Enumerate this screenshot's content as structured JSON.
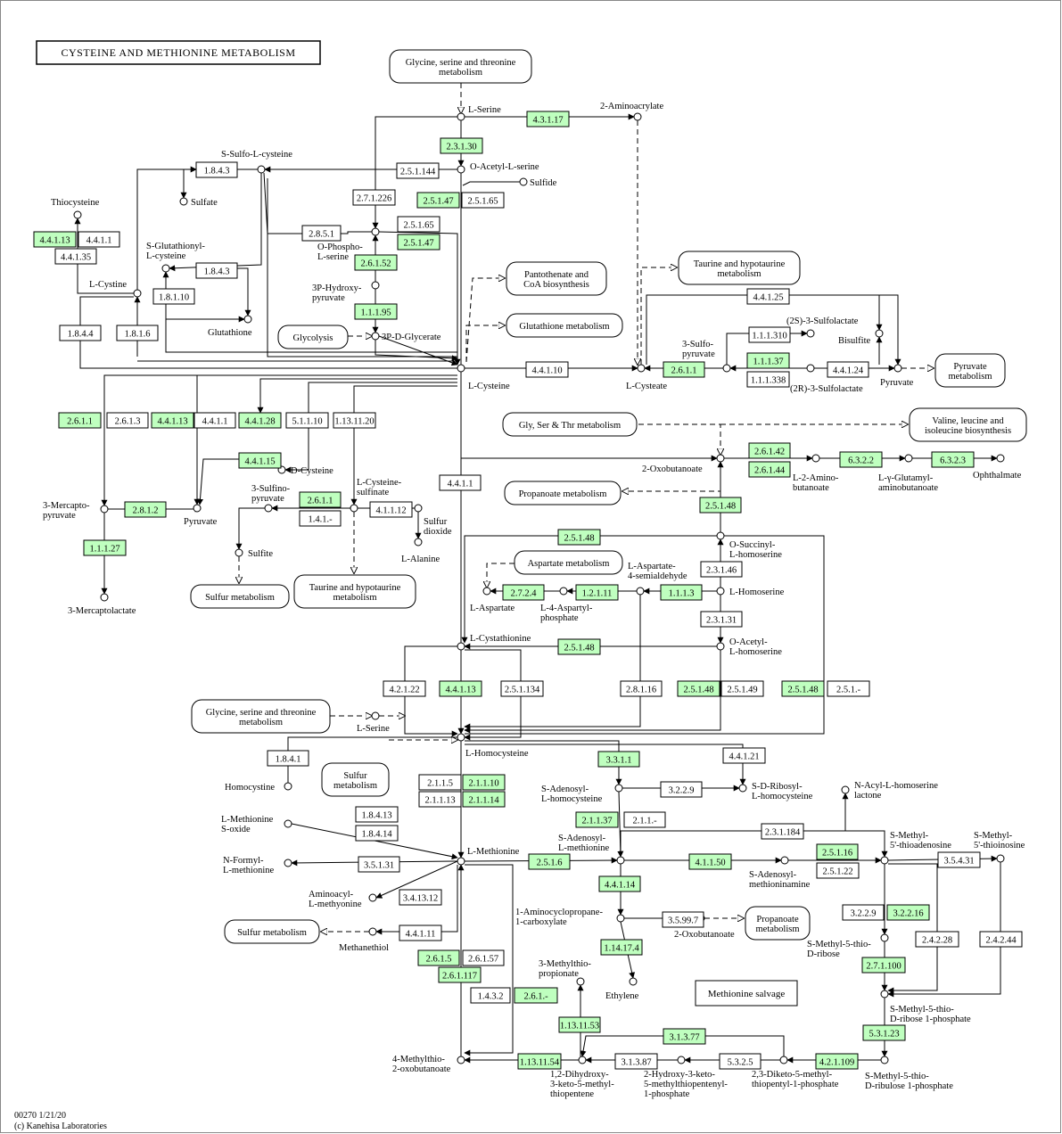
{
  "title": "CYSTEINE AND METHIONINE METABOLISM",
  "footer": {
    "line1": "00270 1/21/20",
    "line2": "(c) Kanehisa Laboratories"
  },
  "colors": {
    "enzyme_present": "#bfffbf",
    "enzyme_absent": "#ffffff",
    "line": "#000000"
  },
  "compounds": [
    {
      "id": "lserine",
      "label": "L-Serine"
    },
    {
      "id": "aminoacrylate",
      "label": "2-Aminoacrylate"
    },
    {
      "id": "oacetylserine",
      "label": "O-Acetyl-L-serine"
    },
    {
      "id": "sulfide",
      "label": "Sulfide"
    },
    {
      "id": "ssulfocys",
      "label": "S-Sulfo-L-cysteine"
    },
    {
      "id": "sulfate",
      "label": "Sulfate"
    },
    {
      "id": "thiocysteine",
      "label": "Thiocysteine"
    },
    {
      "id": "sglutcys",
      "label": "S-Glutathionyl-\nL-cysteine"
    },
    {
      "id": "lcystine",
      "label": "L-Cystine"
    },
    {
      "id": "glutathione",
      "label": "Glutathione"
    },
    {
      "id": "ophosphoser",
      "label": "O-Phospho-\nL-serine"
    },
    {
      "id": "hydroxypyr",
      "label": "3P-Hydroxy-\npyruvate"
    },
    {
      "id": "pdglycerate",
      "label": "3P-D-Glycerate"
    },
    {
      "id": "lcysteine",
      "label": "L-Cysteine"
    },
    {
      "id": "lcysteate",
      "label": "L-Cysteate"
    },
    {
      "id": "sulfopyr",
      "label": "3-Sulfo-\npyruvate"
    },
    {
      "id": "ssulfolact",
      "label": "(2S)-3-Sulfolactate"
    },
    {
      "id": "bisulfite",
      "label": "Bisulfite"
    },
    {
      "id": "rsulfolact",
      "label": "(2R)-3-Sulfolactate"
    },
    {
      "id": "pyruvate1",
      "label": "Pyruvate"
    },
    {
      "id": "oxobut",
      "label": "2-Oxobutanoate"
    },
    {
      "id": "aminobut",
      "label": "L-2-Amino-\nbutanoate"
    },
    {
      "id": "gglutamyl",
      "label": "L-γ-Glutamyl-\naminobutanoate"
    },
    {
      "id": "ophthalmate",
      "label": "Ophthalmate"
    },
    {
      "id": "mercaptopyr",
      "label": "3-Mercapto-\npyruvate"
    },
    {
      "id": "pyruvate2",
      "label": "Pyruvate"
    },
    {
      "id": "dcysteine",
      "label": "D-Cysteine"
    },
    {
      "id": "sulfinopyr",
      "label": "3-Sulfino-\npyruvate"
    },
    {
      "id": "cysulfinate",
      "label": "L-Cysteine-\nsulfinate"
    },
    {
      "id": "sulfurdiox",
      "label": "Sulfur\ndioxide"
    },
    {
      "id": "lalanine",
      "label": "L-Alanine"
    },
    {
      "id": "sulfite",
      "label": "Sulfite"
    },
    {
      "id": "mercaptolact",
      "label": "3-Mercaptolactate"
    },
    {
      "id": "osuccinyl",
      "label": "O-Succinyl-\nL-homoserine"
    },
    {
      "id": "laspartate",
      "label": "L-Aspartate"
    },
    {
      "id": "aspphos",
      "label": "L-4-Aspartyl-\nphosphate"
    },
    {
      "id": "aspsemi",
      "label": "L-Aspartate-\n4-semialdehyde"
    },
    {
      "id": "lhomoserine",
      "label": "L-Homoserine"
    },
    {
      "id": "oacetylhom",
      "label": "O-Acetyl-\nL-homoserine"
    },
    {
      "id": "lcystathionine",
      "label": "L-Cystathionine"
    },
    {
      "id": "lserine2",
      "label": "L-Serine"
    },
    {
      "id": "lhomocysteine",
      "label": "L-Homocysteine"
    },
    {
      "id": "homocystine",
      "label": "Homocystine"
    },
    {
      "id": "sadohcy",
      "label": "S-Adenosyl-\nL-homocysteine"
    },
    {
      "id": "sdribosyl",
      "label": "S-D-Ribosyl-\nL-homocysteine"
    },
    {
      "id": "nacyl",
      "label": "N-Acyl-L-homoserine\nlactone"
    },
    {
      "id": "lmetsox",
      "label": "L-Methionine\nS-oxide"
    },
    {
      "id": "nformyl",
      "label": "N-Formyl-\nL-methionine"
    },
    {
      "id": "lmethionine",
      "label": "L-Methionine"
    },
    {
      "id": "sam",
      "label": "S-Adenosyl-\nL-methionine"
    },
    {
      "id": "samine",
      "label": "S-Adenosyl-\nmethioninamine"
    },
    {
      "id": "mta",
      "label": "S-Methyl-\n5'-thioadenosine"
    },
    {
      "id": "mti",
      "label": "S-Methyl-\n5'-thioinosine"
    },
    {
      "id": "aminoacyl",
      "label": "Aminoacyl-\nL-methyonine"
    },
    {
      "id": "methanethiol",
      "label": "Methanethiol"
    },
    {
      "id": "acc",
      "label": "1-Aminocyclopropane-\n1-carboxylate"
    },
    {
      "id": "oxobut2",
      "label": "2-Oxobutanoate"
    },
    {
      "id": "ethylene",
      "label": "Ethylene"
    },
    {
      "id": "mtribose",
      "label": "S-Methyl-5-thio-\nD-ribose"
    },
    {
      "id": "mtrp",
      "label": "S-Methyl-5-thio-\nD-ribose 1-phosphate"
    },
    {
      "id": "mtrup",
      "label": "S-Methyl-5-thio-\nD-ribulose 1-phosphate"
    },
    {
      "id": "mtprop",
      "label": "3-Methylthio-\npropionate"
    },
    {
      "id": "kmtb",
      "label": "4-Methylthio-\n2-oxobutanoate"
    },
    {
      "id": "dhk",
      "label": "1,2-Dihydroxy-\n3-keto-5-methyl-\nthiopentene"
    },
    {
      "id": "hkmp",
      "label": "2-Hydroxy-3-keto-\n5-methylthiopentenyl-\n1-phosphate"
    },
    {
      "id": "dkmp",
      "label": "2,3-Diketo-5-methyl-\nthiopentyl-1-phosphate"
    }
  ],
  "enzymes": [
    {
      "id": "e1",
      "label": "4.3.1.17",
      "present": true
    },
    {
      "id": "e2",
      "label": "2.3.1.30",
      "present": true
    },
    {
      "id": "e3",
      "label": "1.8.4.3",
      "present": false
    },
    {
      "id": "e4",
      "label": "2.5.1.144",
      "present": false
    },
    {
      "id": "e5",
      "label": "2.7.1.226",
      "present": false
    },
    {
      "id": "e6",
      "label": "2.5.1.47",
      "present": true
    },
    {
      "id": "e7",
      "label": "2.5.1.65",
      "present": false
    },
    {
      "id": "e8",
      "label": "2.5.1.65",
      "present": false
    },
    {
      "id": "e9",
      "label": "2.5.1.47",
      "present": true
    },
    {
      "id": "e10",
      "label": "2.8.5.1",
      "present": false
    },
    {
      "id": "e11",
      "label": "4.4.1.13",
      "present": true
    },
    {
      "id": "e12",
      "label": "4.4.1.1",
      "present": false
    },
    {
      "id": "e13",
      "label": "4.4.1.35",
      "present": false
    },
    {
      "id": "e14",
      "label": "1.8.4.3",
      "present": false
    },
    {
      "id": "e15",
      "label": "2.6.1.52",
      "present": true
    },
    {
      "id": "e16",
      "label": "1.8.1.10",
      "present": false
    },
    {
      "id": "e17",
      "label": "1.1.1.95",
      "present": true
    },
    {
      "id": "e18",
      "label": "1.8.4.4",
      "present": false
    },
    {
      "id": "e19",
      "label": "1.8.1.6",
      "present": false
    },
    {
      "id": "e20",
      "label": "4.4.1.10",
      "present": false
    },
    {
      "id": "e21",
      "label": "2.6.1.1",
      "present": true
    },
    {
      "id": "e22",
      "label": "4.4.1.25",
      "present": false
    },
    {
      "id": "e23",
      "label": "1.1.1.310",
      "present": false
    },
    {
      "id": "e24",
      "label": "1.1.1.37",
      "present": true
    },
    {
      "id": "e25",
      "label": "1.1.1.338",
      "present": false
    },
    {
      "id": "e26",
      "label": "4.4.1.24",
      "present": false
    },
    {
      "id": "e27",
      "label": "2.6.1.1",
      "present": true
    },
    {
      "id": "e28",
      "label": "2.6.1.3",
      "present": false
    },
    {
      "id": "e29",
      "label": "4.4.1.13",
      "present": true
    },
    {
      "id": "e30",
      "label": "4.4.1.1",
      "present": false
    },
    {
      "id": "e31",
      "label": "4.4.1.28",
      "present": true
    },
    {
      "id": "e32",
      "label": "5.1.1.10",
      "present": false
    },
    {
      "id": "e33",
      "label": "1.13.11.20",
      "present": false
    },
    {
      "id": "e34",
      "label": "4.4.1.15",
      "present": true
    },
    {
      "id": "e35",
      "label": "2.8.1.2",
      "present": true
    },
    {
      "id": "e36",
      "label": "2.6.1.1",
      "present": true
    },
    {
      "id": "e37",
      "label": "1.4.1.-",
      "present": false
    },
    {
      "id": "e38",
      "label": "4.1.1.12",
      "present": false
    },
    {
      "id": "e39",
      "label": "1.1.1.27",
      "present": true
    },
    {
      "id": "e40",
      "label": "4.4.1.1",
      "present": false
    },
    {
      "id": "e41",
      "label": "2.6.1.42",
      "present": true
    },
    {
      "id": "e42",
      "label": "2.6.1.44",
      "present": true
    },
    {
      "id": "e43",
      "label": "6.3.2.2",
      "present": true
    },
    {
      "id": "e44",
      "label": "6.3.2.3",
      "present": true
    },
    {
      "id": "e45",
      "label": "2.5.1.48",
      "present": true
    },
    {
      "id": "e46",
      "label": "2.5.1.48",
      "present": true
    },
    {
      "id": "e47",
      "label": "2.3.1.46",
      "present": false
    },
    {
      "id": "e48",
      "label": "2.7.2.4",
      "present": true
    },
    {
      "id": "e49",
      "label": "1.2.1.11",
      "present": true
    },
    {
      "id": "e50",
      "label": "1.1.1.3",
      "present": true
    },
    {
      "id": "e51",
      "label": "2.3.1.31",
      "present": false
    },
    {
      "id": "e52",
      "label": "2.5.1.48",
      "present": true
    },
    {
      "id": "e53",
      "label": "4.2.1.22",
      "present": false
    },
    {
      "id": "e54",
      "label": "4.4.1.13",
      "present": true
    },
    {
      "id": "e55",
      "label": "2.5.1.134",
      "present": false
    },
    {
      "id": "e56",
      "label": "2.8.1.16",
      "present": false
    },
    {
      "id": "e57",
      "label": "2.5.1.48",
      "present": true
    },
    {
      "id": "e58",
      "label": "2.5.1.49",
      "present": false
    },
    {
      "id": "e59",
      "label": "2.5.1.48",
      "present": true
    },
    {
      "id": "e60",
      "label": "2.5.1.-",
      "present": false
    },
    {
      "id": "e61",
      "label": "1.8.4.1",
      "present": false
    },
    {
      "id": "e62",
      "label": "3.3.1.1",
      "present": true
    },
    {
      "id": "e63",
      "label": "4.4.1.21",
      "present": false
    },
    {
      "id": "e64",
      "label": "2.1.1.5",
      "present": false
    },
    {
      "id": "e65",
      "label": "2.1.1.10",
      "present": true
    },
    {
      "id": "e66",
      "label": "2.1.1.13",
      "present": false
    },
    {
      "id": "e67",
      "label": "2.1.1.14",
      "present": true
    },
    {
      "id": "e68",
      "label": "3.2.2.9",
      "present": false
    },
    {
      "id": "e69",
      "label": "2.1.1.37",
      "present": true
    },
    {
      "id": "e70",
      "label": "2.1.1.-",
      "present": false
    },
    {
      "id": "e71",
      "label": "1.8.4.13",
      "present": false
    },
    {
      "id": "e72",
      "label": "1.8.4.14",
      "present": false
    },
    {
      "id": "e73",
      "label": "2.3.1.184",
      "present": false
    },
    {
      "id": "e74",
      "label": "3.5.1.31",
      "present": false
    },
    {
      "id": "e75",
      "label": "2.5.1.6",
      "present": true
    },
    {
      "id": "e76",
      "label": "4.1.1.50",
      "present": true
    },
    {
      "id": "e77",
      "label": "2.5.1.16",
      "present": true
    },
    {
      "id": "e78",
      "label": "2.5.1.22",
      "present": false
    },
    {
      "id": "e79",
      "label": "3.5.4.31",
      "present": false
    },
    {
      "id": "e80",
      "label": "3.4.13.12",
      "present": false
    },
    {
      "id": "e81",
      "label": "4.4.1.14",
      "present": true
    },
    {
      "id": "e82",
      "label": "3.5.99.7",
      "present": false
    },
    {
      "id": "e83",
      "label": "3.2.2.9",
      "present": false
    },
    {
      "id": "e84",
      "label": "3.2.2.16",
      "present": true
    },
    {
      "id": "e85",
      "label": "4.4.1.11",
      "present": false
    },
    {
      "id": "e86",
      "label": "1.14.17.4",
      "present": true
    },
    {
      "id": "e87",
      "label": "2.4.2.28",
      "present": false
    },
    {
      "id": "e88",
      "label": "2.4.2.44",
      "present": false
    },
    {
      "id": "e89",
      "label": "2.6.1.5",
      "present": true
    },
    {
      "id": "e90",
      "label": "2.6.1.57",
      "present": false
    },
    {
      "id": "e91",
      "label": "2.6.1.117",
      "present": true
    },
    {
      "id": "e92",
      "label": "2.7.1.100",
      "present": true
    },
    {
      "id": "e93",
      "label": "1.4.3.2",
      "present": false
    },
    {
      "id": "e94",
      "label": "2.6.1.-",
      "present": true
    },
    {
      "id": "e95",
      "label": "1.13.11.53",
      "present": true
    },
    {
      "id": "e96",
      "label": "3.1.3.77",
      "present": true
    },
    {
      "id": "e97",
      "label": "5.3.1.23",
      "present": true
    },
    {
      "id": "e98",
      "label": "1.13.11.54",
      "present": true
    },
    {
      "id": "e99",
      "label": "3.1.3.87",
      "present": false
    },
    {
      "id": "e100",
      "label": "5.3.2.5",
      "present": false
    },
    {
      "id": "e101",
      "label": "4.2.1.109",
      "present": true
    }
  ],
  "pathway_maps": [
    {
      "id": "m1",
      "label": "Glycine, serine and threonine\nmetabolism"
    },
    {
      "id": "m2",
      "label": "Pantothenate and\nCoA biosynthesis"
    },
    {
      "id": "m3",
      "label": "Taurine and hypotaurine\nmetabolism"
    },
    {
      "id": "m4",
      "label": "Glutathione metabolism"
    },
    {
      "id": "m5",
      "label": "Glycolysis"
    },
    {
      "id": "m6",
      "label": "Pyruvate\nmetabolism"
    },
    {
      "id": "m7",
      "label": "Gly, Ser & Thr metabolism"
    },
    {
      "id": "m8",
      "label": "Valine, leucine and\nisoleucine biosynthesis"
    },
    {
      "id": "m9",
      "label": "Propanoate metabolism"
    },
    {
      "id": "m10",
      "label": "Sulfur metabolism"
    },
    {
      "id": "m11",
      "label": "Taurine and hypotaurine\nmetabolism"
    },
    {
      "id": "m12",
      "label": "Aspartate metabolism"
    },
    {
      "id": "m13",
      "label": "Glycine, serine and threonine\nmetabolism"
    },
    {
      "id": "m14",
      "label": "Sulfur\nmetabolism"
    },
    {
      "id": "m15",
      "label": "Sulfur metabolism"
    },
    {
      "id": "m16",
      "label": "Propanoate\nmetabolism"
    }
  ],
  "legend_box": {
    "label": "Methionine salvage"
  }
}
